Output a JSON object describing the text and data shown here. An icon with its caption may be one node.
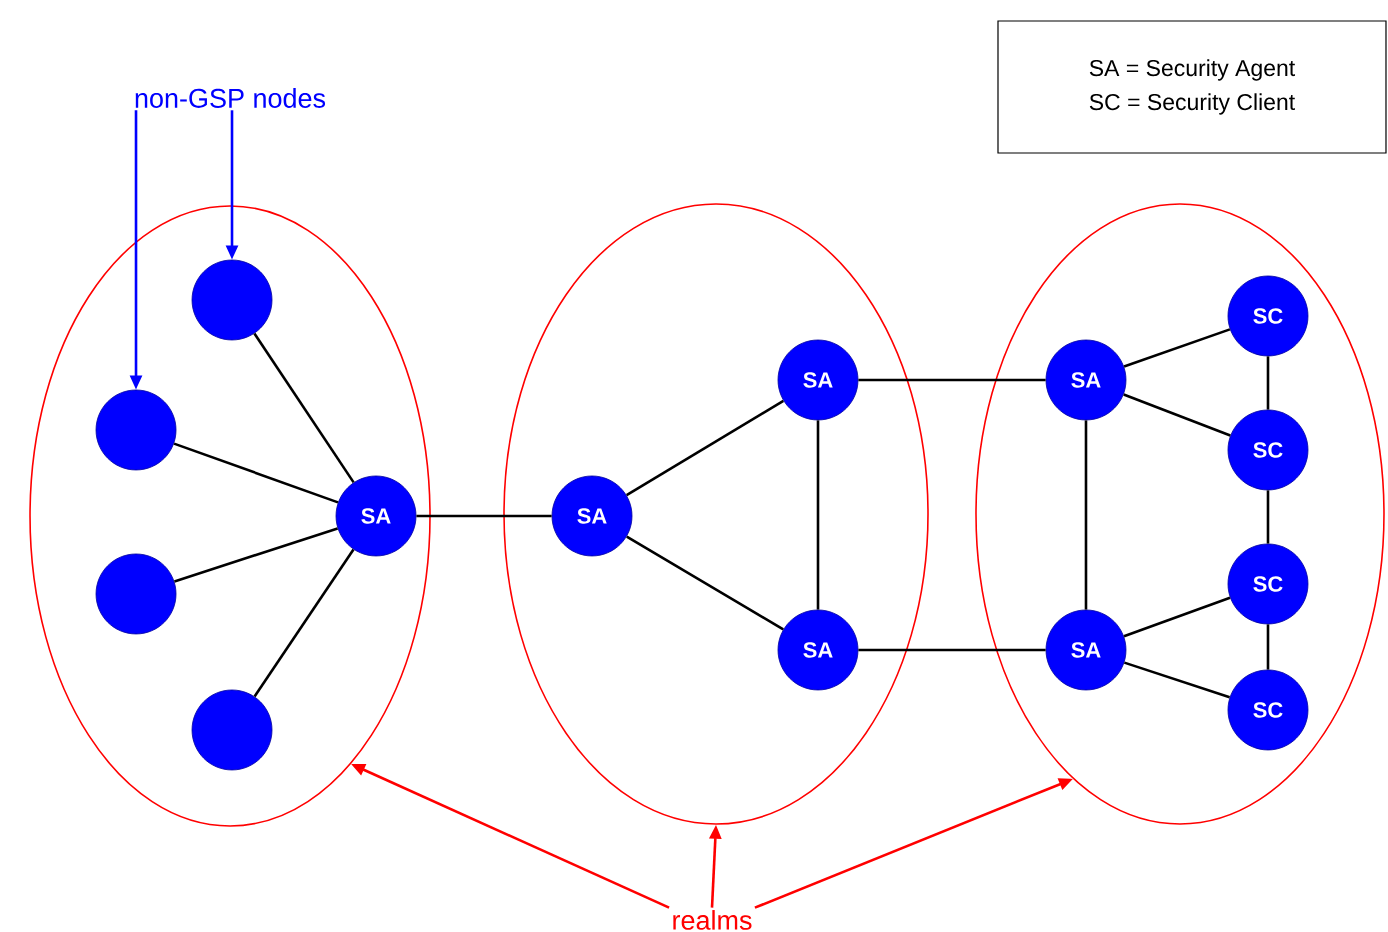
{
  "diagram": {
    "nodes": [
      {
        "text": [
          "non-GSP nodes"
        ]
      },
      {
        "text": [],
        "shape": "ellipse"
      },
      {
        "text": [],
        "shape": "ellipse"
      },
      {
        "text": [],
        "shape": "ellipse"
      },
      {
        "text": [
          "realms"
        ]
      },
      {
        "text": [],
        "shape": "circle",
        "in": 1
      },
      {
        "text": [],
        "shape": "circle",
        "in": 1
      },
      {
        "text": [],
        "shape": "circle",
        "in": 1
      },
      {
        "text": [],
        "shape": "circle",
        "in": 1
      },
      {
        "text": [
          "SA"
        ],
        "in": 1
      },
      {
        "text": [
          "SA"
        ],
        "in": 2
      },
      {
        "text": [
          "SA"
        ],
        "in": 2
      },
      {
        "text": [
          "SA"
        ],
        "in": 2
      },
      {
        "text": [
          "SA"
        ],
        "in": 3
      },
      {
        "text": [
          "SA"
        ],
        "in": 3
      },
      {
        "text": [
          "SC"
        ],
        "in": 3
      },
      {
        "text": [
          "SC"
        ],
        "in": 3
      },
      {
        "text": [
          "SC"
        ],
        "in": 3
      },
      {
        "text": [
          "SC"
        ],
        "in": 3
      },
      {
        "text": [
          "SA = Security Agent",
          "SC = Security Client"
        ]
      }
    ],
    "edges": [
      {
        "from": 0,
        "to": 6,
        "arrow": "to",
        "color": "#0000ff"
      },
      {
        "from": 0,
        "to": 5,
        "arrow": "to",
        "color": "#0000ff"
      },
      {
        "from": 4,
        "to": 1,
        "arrow": "to",
        "color": "#ff0000"
      },
      {
        "from": 4,
        "to": 2,
        "arrow": "to",
        "color": "#ff0000"
      },
      {
        "from": 4,
        "to": 3,
        "arrow": "to",
        "color": "#ff0000"
      },
      {
        "from": 5,
        "to": 9,
        "arrow": "none"
      },
      {
        "from": 6,
        "to": 9,
        "arrow": "none"
      },
      {
        "from": 7,
        "to": 9,
        "arrow": "none"
      },
      {
        "from": 8,
        "to": 9,
        "arrow": "none"
      },
      {
        "from": 9,
        "to": 10,
        "arrow": "none"
      },
      {
        "from": 10,
        "to": 11,
        "arrow": "none"
      },
      {
        "from": 10,
        "to": 12,
        "arrow": "none"
      },
      {
        "from": 11,
        "to": 12,
        "arrow": "none"
      },
      {
        "from": 11,
        "to": 13,
        "arrow": "none"
      },
      {
        "from": 12,
        "to": 14,
        "arrow": "none"
      },
      {
        "from": 13,
        "to": 14,
        "arrow": "none"
      },
      {
        "from": 13,
        "to": 15,
        "arrow": "none"
      },
      {
        "from": 13,
        "to": 16,
        "arrow": "none"
      },
      {
        "from": 15,
        "to": 16,
        "arrow": "none"
      },
      {
        "from": 16,
        "to": 17,
        "arrow": "none"
      },
      {
        "from": 14,
        "to": 17,
        "arrow": "none"
      },
      {
        "from": 14,
        "to": 18,
        "arrow": "none"
      },
      {
        "from": 17,
        "to": 18,
        "arrow": "none"
      }
    ]
  }
}
